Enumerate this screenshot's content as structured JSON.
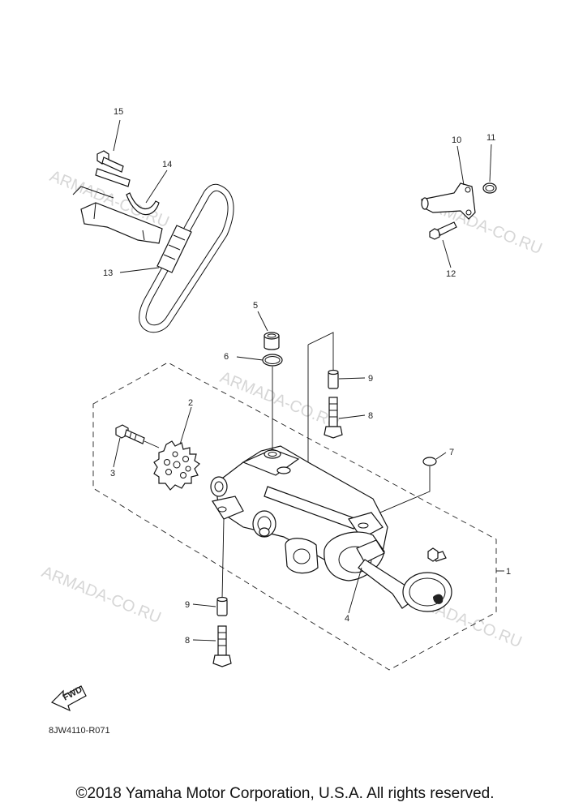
{
  "watermarks": [
    "ARMADA-CO.RU",
    "ARMADA-CO.RU",
    "ARMADA-CO.RU",
    "ARMADA-CO.RU",
    "ARMADA-CO.RU"
  ],
  "callouts": {
    "c1": "1",
    "c2": "2",
    "c3": "3",
    "c4": "4",
    "c5": "5",
    "c6": "6",
    "c7": "7",
    "c8a": "8",
    "c8b": "8",
    "c9a": "9",
    "c9b": "9",
    "c10": "10",
    "c11": "11",
    "c12": "12",
    "c13": "13",
    "c14": "14",
    "c15": "15"
  },
  "fwd_label": "FWD",
  "diagram_code": "8JW4110-R071",
  "copyright": "©2018 Yamaha Motor Corporation, U.S.A. All rights reserved."
}
